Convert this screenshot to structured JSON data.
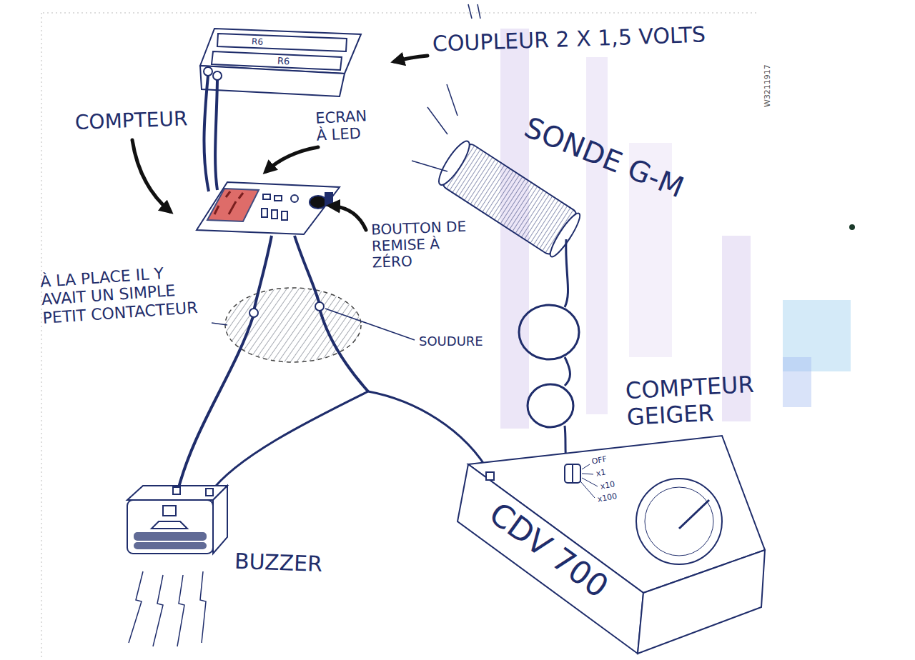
{
  "diagram": {
    "labels": [
      "COUPLEUR 2 X 1,5 VOLTS",
      "R6",
      "R6",
      "W3211917",
      "COMPTEUR",
      "ECRAN À LED",
      "SONDE G-M",
      "BOUTTON DE REMISE À ZÉRO",
      "À LA PLACE IL Y AVAIT UN SIMPLE PETIT CONTACTEUR",
      "SOUDURE",
      "COMPTEUR GEIGER",
      "OFF",
      "x1",
      "x10",
      "x100",
      "BUZZER",
      "CDV 700"
    ]
  }
}
